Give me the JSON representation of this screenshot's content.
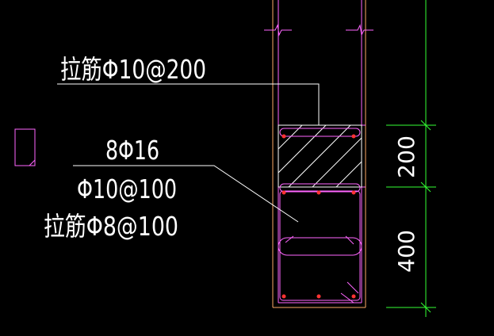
{
  "annotations": {
    "tie_top": "拉筋Φ10@200",
    "main_bars": "8Φ16",
    "stirrup": "Φ10@100",
    "tie_bottom": "拉筋Φ8@100"
  },
  "dimensions": {
    "upper": "200",
    "lower": "400"
  },
  "colors": {
    "background": "#000000",
    "outline": "#ff66ff",
    "rebar": "#ff3333",
    "text": "#ffffff",
    "dimension": "#33ff33",
    "hatch": "#ffffff",
    "concrete": "#ffaa55"
  }
}
